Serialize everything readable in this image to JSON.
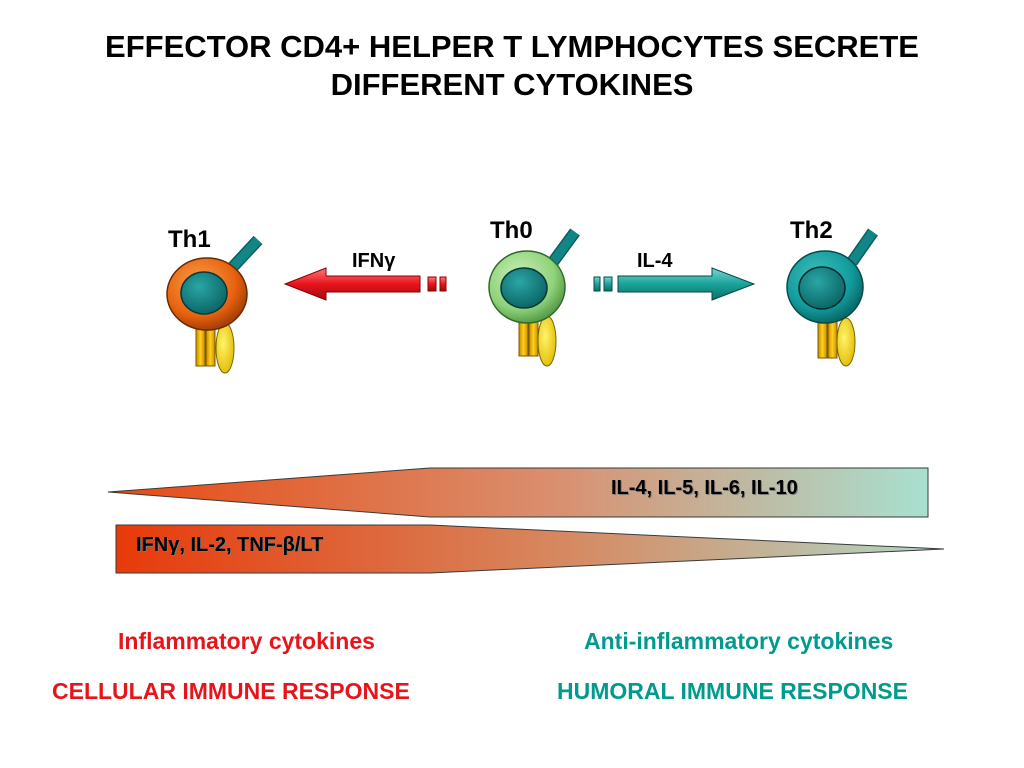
{
  "title": {
    "line1": "EFFECTOR CD4+ HELPER T LYMPHOCYTES SECRETE",
    "line2": "DIFFERENT CYTOKINES"
  },
  "cells": {
    "th1": "Th1",
    "th0": "Th0",
    "th2": "Th2"
  },
  "arrows": {
    "left_label": "IFNγ",
    "right_label": "IL-4"
  },
  "wedges": {
    "top_label": "IL-4, IL-5, IL-6, IL-10",
    "bottom_label": "IFNγ, IL-2, TNF-β/LT"
  },
  "bottom": {
    "left_line1": "Inflammatory cytokines",
    "left_line2": "CELLULAR IMMUNE RESPONSE",
    "right_line1": "Anti-inflammatory cytokines",
    "right_line2": "HUMORAL IMMUNE RESPONSE"
  },
  "colors": {
    "red": "#e8141b",
    "teal": "#009a8e",
    "th1_cell": "#e8620e",
    "th0_cell": "#8fd37a",
    "th2_cell": "#129a9a",
    "nucleus": "#0f7f7f",
    "receptor": "#f2c300"
  }
}
